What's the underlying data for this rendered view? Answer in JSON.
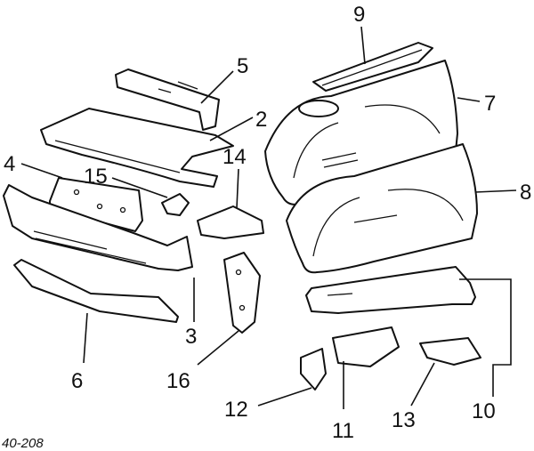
{
  "figure": {
    "reference": "40-208",
    "callouts": [
      {
        "id": "1",
        "label": "9"
      },
      {
        "id": "2",
        "label": "5"
      },
      {
        "id": "3",
        "label": "7"
      },
      {
        "id": "4",
        "label": "2"
      },
      {
        "id": "5",
        "label": "14"
      },
      {
        "id": "6",
        "label": "4"
      },
      {
        "id": "7",
        "label": "15"
      },
      {
        "id": "8",
        "label": "8"
      },
      {
        "id": "9",
        "label": "3"
      },
      {
        "id": "10",
        "label": "6"
      },
      {
        "id": "11",
        "label": "16"
      },
      {
        "id": "12",
        "label": "12"
      },
      {
        "id": "13",
        "label": "11"
      },
      {
        "id": "14",
        "label": "13"
      },
      {
        "id": "15",
        "label": "10"
      }
    ]
  }
}
